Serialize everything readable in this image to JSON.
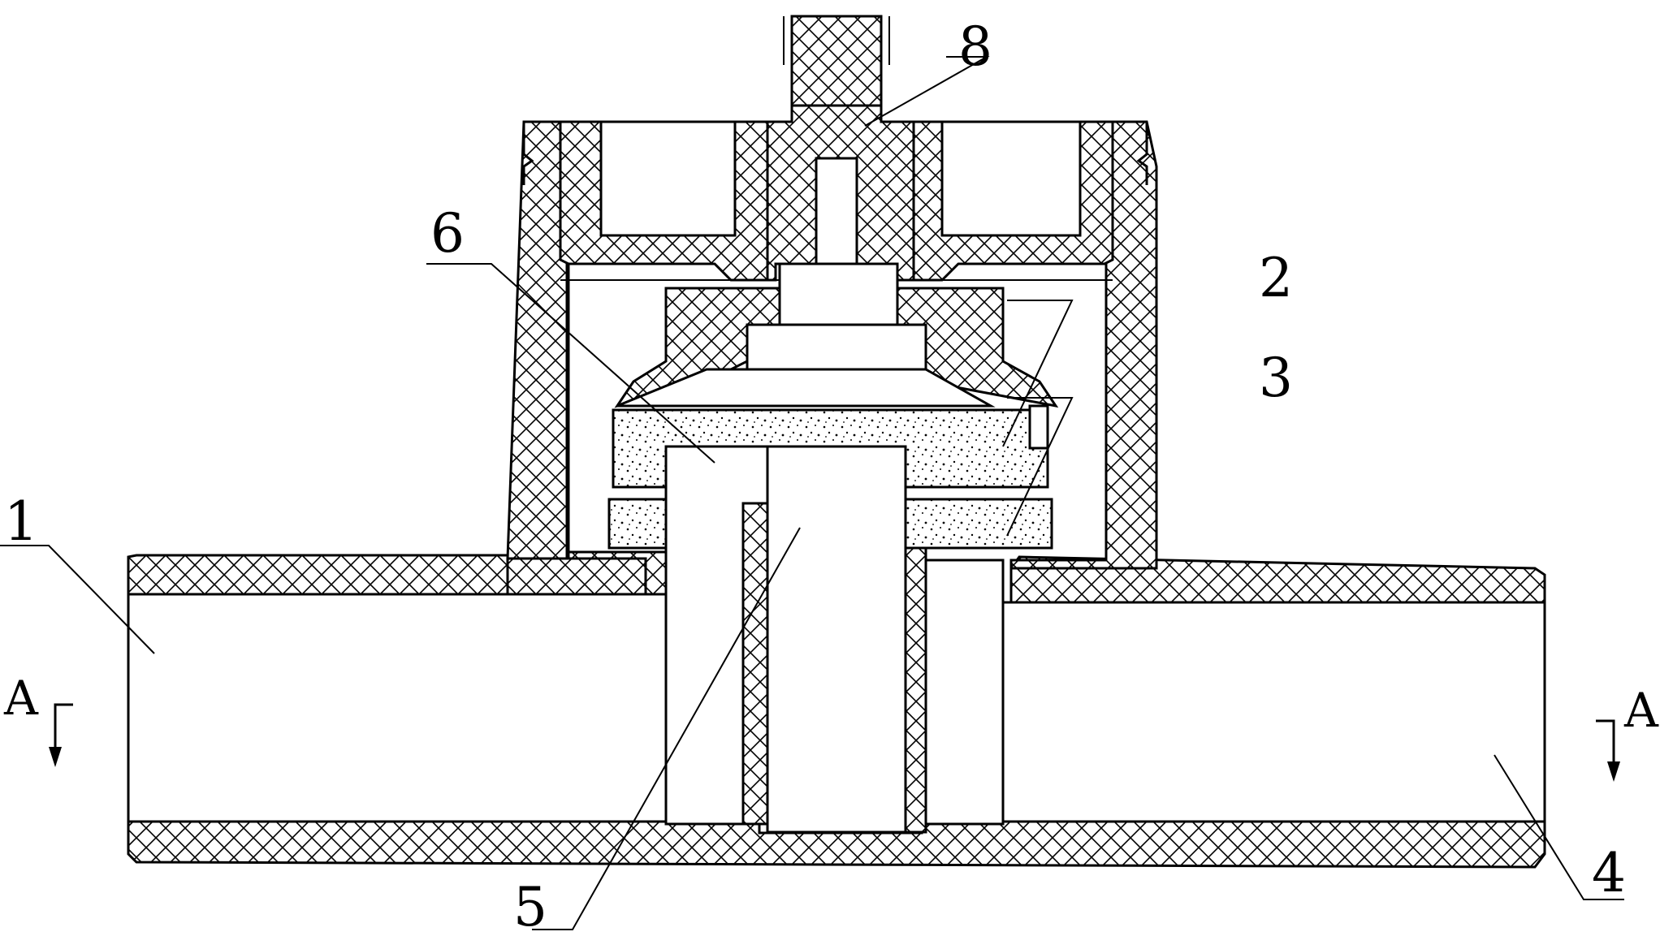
{
  "labels": {
    "p1": "1",
    "p2": "2",
    "p3": "3",
    "p4": "4",
    "p5": "5",
    "p6": "6",
    "p8": "8"
  },
  "section_marks": {
    "left": "A",
    "right": "A"
  }
}
